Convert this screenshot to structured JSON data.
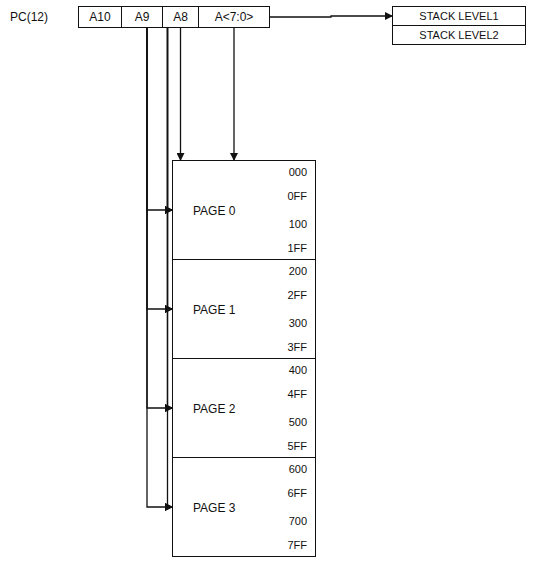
{
  "diagram": {
    "nodes": [
      {
        "text": [
          "A10"
        ]
      },
      {
        "text": [
          "A9"
        ]
      },
      {
        "text": [
          "A8"
        ]
      },
      {
        "text": [
          "A<7:0>"
        ]
      },
      {
        "text": [
          "STACK LEVEL1"
        ]
      },
      {
        "text": [
          "STACK LEVEL2"
        ]
      },
      {
        "text": [
          "PAGE 0",
          "000",
          "0FF",
          "100",
          "1FF"
        ]
      },
      {
        "text": [
          "PAGE 1",
          "200",
          "2FF",
          "300",
          "3FF"
        ]
      },
      {
        "text": [
          "PAGE 2",
          "400",
          "4FF",
          "500",
          "5FF"
        ]
      },
      {
        "text": [
          "PAGE 3",
          "600",
          "6FF",
          "700",
          "7FF"
        ]
      }
    ],
    "edges": [
      {
        "from": 3,
        "to": 4,
        "arrow": "to"
      },
      {
        "from": 2,
        "to": 6,
        "arrow": "to"
      },
      {
        "from": 3,
        "to": 6,
        "arrow": "to"
      },
      {
        "from": 0,
        "to": 6,
        "arrow": "to"
      },
      {
        "from": 0,
        "to": 7,
        "arrow": "to"
      },
      {
        "from": 0,
        "to": 8,
        "arrow": "to"
      },
      {
        "from": 0,
        "to": 9,
        "arrow": "to"
      },
      {
        "from": 1,
        "to": 6,
        "arrow": "to"
      },
      {
        "from": 1,
        "to": 7,
        "arrow": "to"
      },
      {
        "from": 1,
        "to": 8,
        "arrow": "to"
      },
      {
        "from": 1,
        "to": 9,
        "arrow": "to"
      }
    ],
    "labels": [
      "PC(12)"
    ]
  }
}
